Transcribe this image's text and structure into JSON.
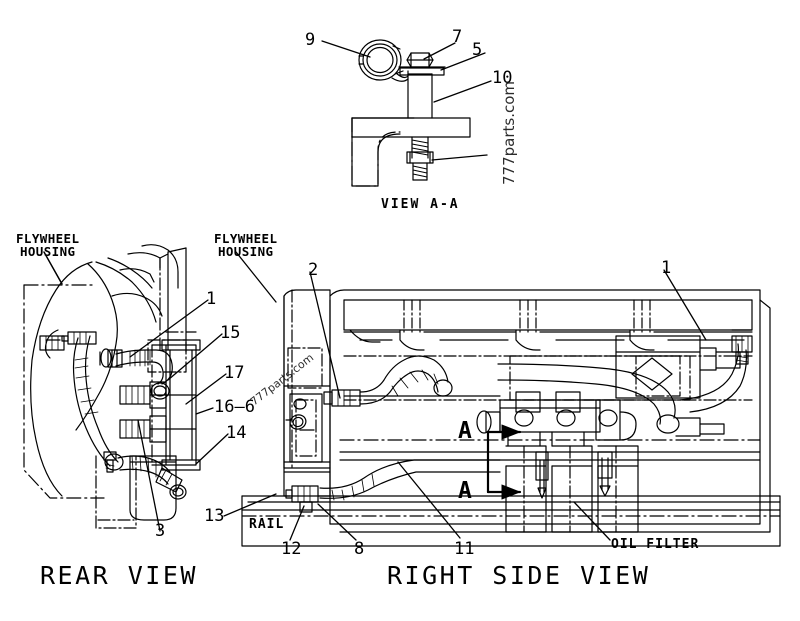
{
  "document": {
    "kind": "parts-diagram",
    "background_color": "#ffffff",
    "line_color": "#000000",
    "watermark": "777parts.com",
    "watermark_small": "777parts.com"
  },
  "views": {
    "detail": {
      "title": "VIEW A-A",
      "callouts": [
        {
          "id": "c9",
          "text": "9"
        },
        {
          "id": "c7",
          "text": "7"
        },
        {
          "id": "c5",
          "text": "5"
        },
        {
          "id": "c10",
          "text": "10"
        }
      ]
    },
    "rear": {
      "title": "REAR VIEW",
      "annotations": [
        {
          "id": "fw-left",
          "line1": "FLYWHEEL",
          "line2": "HOUSING"
        }
      ],
      "callouts": [
        {
          "id": "r1",
          "text": "1"
        },
        {
          "id": "r15",
          "text": "15"
        },
        {
          "id": "r17",
          "text": "17"
        },
        {
          "id": "r16",
          "text": "16—6"
        },
        {
          "id": "r14",
          "text": "14"
        },
        {
          "id": "r3",
          "text": "3"
        }
      ]
    },
    "right": {
      "title": "RIGHT SIDE VIEW",
      "annotations": [
        {
          "id": "fw-right",
          "line1": "FLYWHEEL",
          "line2": "HOUSING"
        },
        {
          "id": "rail",
          "line1": "RAIL"
        },
        {
          "id": "oilfilter",
          "line1": "OIL FILTER"
        }
      ],
      "section_marks": [
        {
          "id": "secA-top",
          "text": "A"
        },
        {
          "id": "secA-bottom",
          "text": "A"
        }
      ],
      "callouts": [
        {
          "id": "s2",
          "text": "2"
        },
        {
          "id": "s1",
          "text": "1"
        },
        {
          "id": "s13",
          "text": "13"
        },
        {
          "id": "s12",
          "text": "12"
        },
        {
          "id": "s8",
          "text": "8"
        },
        {
          "id": "s11",
          "text": "11"
        }
      ]
    }
  }
}
